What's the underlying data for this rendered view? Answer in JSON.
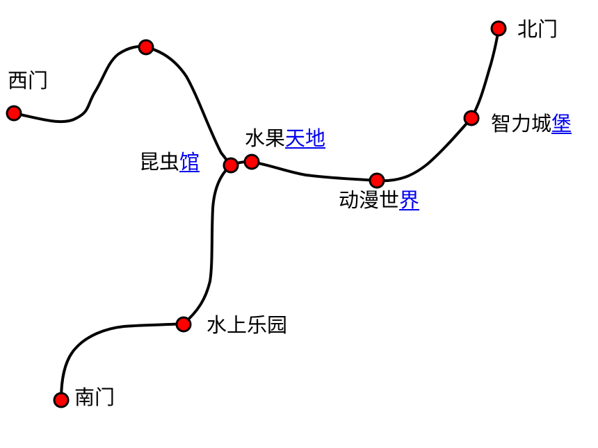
{
  "places": {
    "west_gate": {
      "text": "西门"
    },
    "north_gate": {
      "text": "北门"
    },
    "south_gate": {
      "text": "南门"
    },
    "insect_hall": {
      "text": "昆虫",
      "link": "馆"
    },
    "fruit_world": {
      "text": "水果",
      "link": "天地"
    },
    "anime_world": {
      "text": "动漫世",
      "link": "界"
    },
    "wisdom_castle": {
      "text": "智力城",
      "link": "堡"
    },
    "water_park": {
      "text": "水上乐园"
    }
  },
  "colors": {
    "node_fill": "#ff0000",
    "node_stroke": "#000000",
    "route": "#000000",
    "link": "#0000ee"
  }
}
